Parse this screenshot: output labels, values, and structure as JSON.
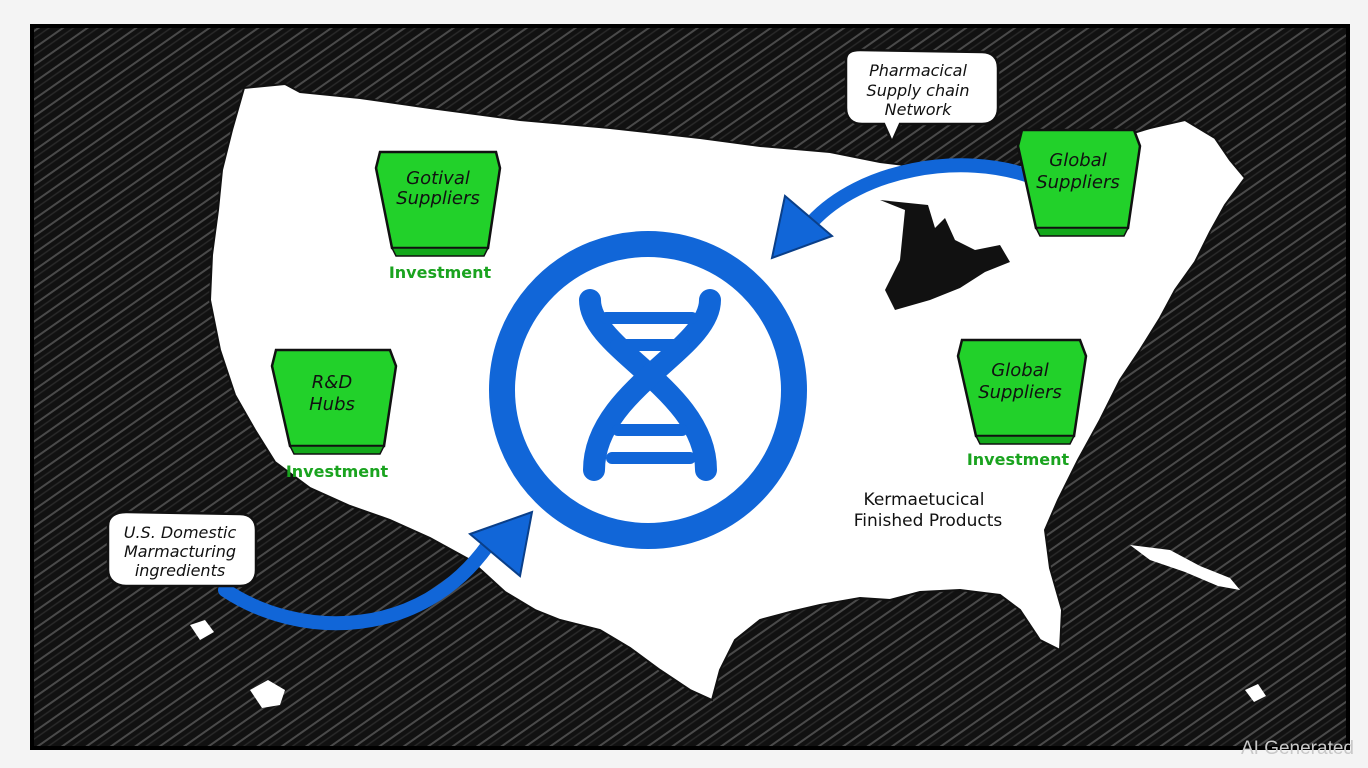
{
  "diagram": {
    "callouts": {
      "top": [
        "Pharmacical",
        "Supply chain",
        "Network"
      ],
      "bottom_left": [
        "U.S. Domestic",
        "Marmacturing",
        "ingredients"
      ]
    },
    "boxes": {
      "gotival": {
        "lines": [
          "Gotival",
          "Suppliers"
        ],
        "caption": "Investment"
      },
      "rnd": {
        "lines": [
          "R&D",
          "Hubs"
        ],
        "caption": "Investment"
      },
      "global_top": {
        "lines": [
          "Global",
          "Suppliers"
        ]
      },
      "global_right": {
        "lines": [
          "Global",
          "Suppliers"
        ],
        "caption": "Investment"
      }
    },
    "finished_products": [
      "Kermaetucical",
      "Finished Products"
    ],
    "watermark": "AI Generated"
  },
  "colors": {
    "frame": "#0d0d0d",
    "map": "#ffffff",
    "box_green": "#22d12a",
    "box_green_dark": "#13a81b",
    "caption_green": "#1aa31f",
    "accent_blue": "#1166d8"
  },
  "icons": [
    "dna-icon"
  ]
}
